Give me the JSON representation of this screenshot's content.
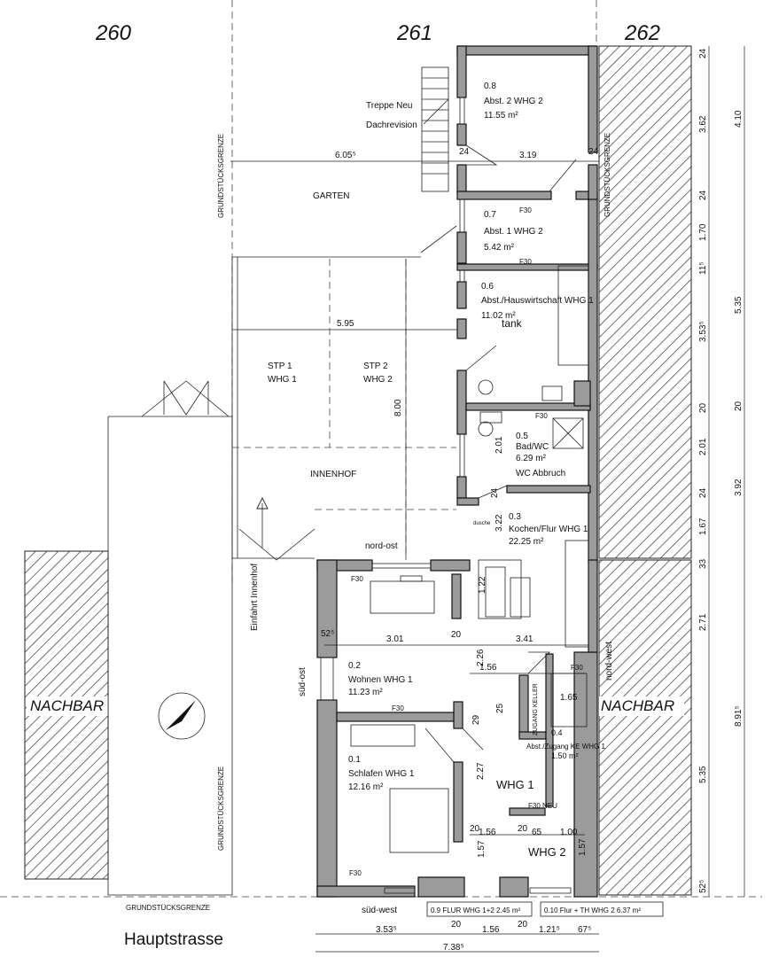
{
  "lots": {
    "left": "260",
    "middle": "261",
    "right": "262"
  },
  "street": "Hauptstrasse",
  "neighbors": {
    "left": "NACHBAR",
    "right": "NACHBAR"
  },
  "boundary_label": "GRUNDSTÜCKSGRENZE",
  "areas": {
    "garden": "GARTEN",
    "courtyard": "INNENHOF",
    "stair_new_line1": "Treppe Neu",
    "stair_new_line2": "Dachrevision",
    "entrance_courtyard": "Einfahrt Innenhof",
    "parking1_line1": "STP 1",
    "parking1_line2": "WHG 1",
    "parking2_line1": "STP 2",
    "parking2_line2": "WHG 2",
    "tank": "tank",
    "whg1": "WHG 1",
    "whg2": "WHG 2"
  },
  "orientation": {
    "nord_ost": "nord-ost",
    "sued_ost": "süd-ost",
    "sued_west": "süd-west",
    "nord_west": "nord-west"
  },
  "rooms": [
    {
      "num": "0.8",
      "name": "Abst. 2  WHG 2",
      "area": "11.55 m²"
    },
    {
      "num": "0.7",
      "name": "Abst. 1  WHG 2",
      "area": "5.42 m²"
    },
    {
      "num": "0.6",
      "name": "Abst./Hauswirtschaft WHG 1",
      "area": "11.02 m²"
    },
    {
      "num": "0.5",
      "name": "Bad/WC",
      "area": "6.29 m²",
      "note": "WC Abbruch"
    },
    {
      "num": "0.3",
      "name": "Kochen/Flur  WHG 1",
      "area": "22.25 m²"
    },
    {
      "num": "0.2",
      "name": "Wohnen WHG 1",
      "area": "11.23 m²"
    },
    {
      "num": "0.1",
      "name": "Schlafen WHG 1",
      "area": "12.16 m²"
    },
    {
      "num": "0.4",
      "name": "Abst./Zugang KE WHG 1",
      "area": "1.50 m²",
      "label": "ZUGANG KELLER"
    }
  ],
  "legend_boxes": [
    {
      "text": "0.9  FLUR  WHG 1+2    2.45 m²"
    },
    {
      "text": "0.10  Flur + TH  WHG 2    6.37 m²"
    }
  ],
  "fire": {
    "f30": "F30",
    "f30neu": "F30 NEU",
    "whg1_small": "WHG 1",
    "dusche": "dusche"
  },
  "dims": {
    "top_605": "6.05⁵",
    "top_319": "3.19",
    "top_24a": "24",
    "top_24b": "24",
    "mid_595": "5.95",
    "mid_800": "8.00",
    "r_301": "3.01",
    "r_20": "20",
    "r_341": "3.41",
    "r_525": "52⁵",
    "r_156": "1.56",
    "r_29": "29",
    "r_25": "25",
    "r_165": "1.65",
    "r_227": "2.27",
    "r_226": "2.26",
    "r_122": "1.22",
    "r_20b": "20",
    "r_156b": "1.56",
    "r_20c": "20",
    "r_65": "65",
    "r_100": "1.00",
    "r_157": "1.57",
    "r_157b": "1.57",
    "r_322": "3.22",
    "r_24c": "24",
    "r_201": "2.01",
    "bot_353": "3.53⁵",
    "bot_20a": "20",
    "bot_156": "1.56",
    "bot_20b": "20",
    "bot_121": "1.21⁵",
    "bot_67": "67⁵",
    "bot_738": "7.38⁵",
    "side": [
      "24",
      "3.62",
      "24",
      "1.70",
      "11⁵",
      "3.53⁵",
      "20",
      "2.01",
      "24",
      "1.67",
      "33",
      "2.71",
      "5.35",
      "52⁵"
    ],
    "side2": [
      "4.10",
      "5.35",
      "20",
      "3.92",
      "8.91⁵"
    ]
  }
}
